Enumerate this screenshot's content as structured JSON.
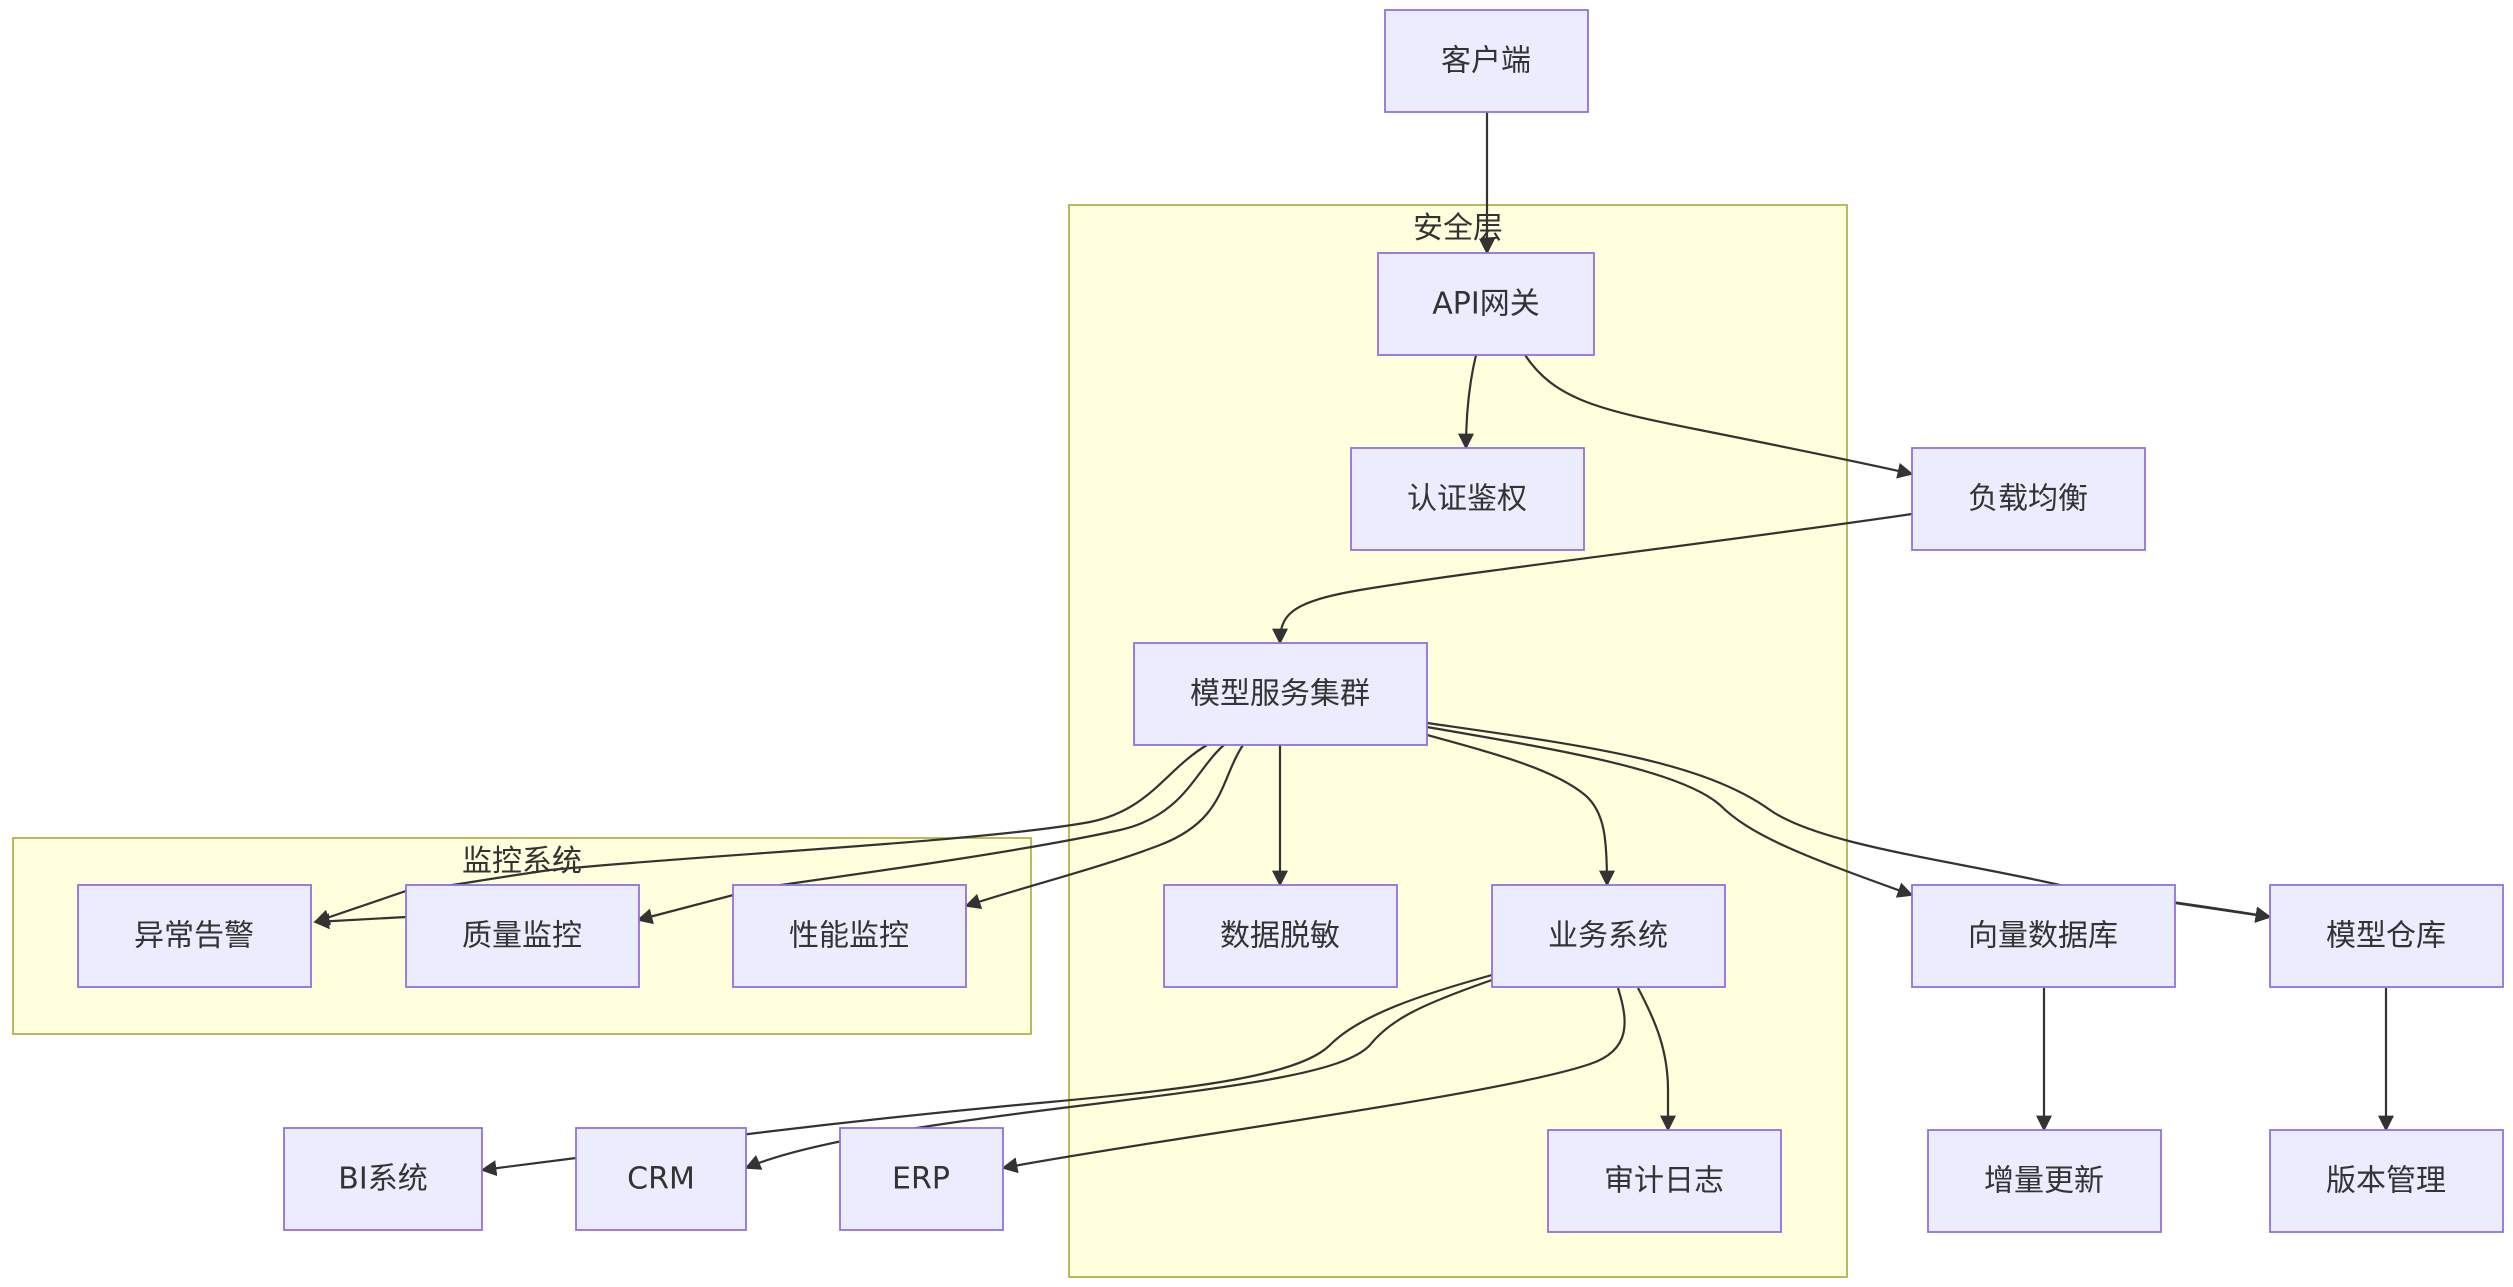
{
  "clusters": {
    "security": {
      "label": "安全层"
    },
    "monitoring": {
      "label": "监控系统"
    }
  },
  "nodes": {
    "client": "客户端",
    "api_gateway": "API网关",
    "auth": "认证鉴权",
    "load_balancer": "负载均衡",
    "model_cluster": "模型服务集群",
    "data_masking": "数据脱敏",
    "business_system": "业务系统",
    "vector_db": "向量数据库",
    "model_repo": "模型仓库",
    "alert": "异常告警",
    "quality_monitor": "质量监控",
    "perf_monitor": "性能监控",
    "bi_system": "BI系统",
    "crm": "CRM",
    "erp": "ERP",
    "audit_log": "审计日志",
    "incremental_update": "增量更新",
    "version_mgmt": "版本管理"
  },
  "colors": {
    "node_fill": "#ececff",
    "node_stroke": "#9370db",
    "cluster_fill": "#ffffde",
    "cluster_stroke": "#aaaa33",
    "edge": "#333333",
    "text": "#333333"
  }
}
